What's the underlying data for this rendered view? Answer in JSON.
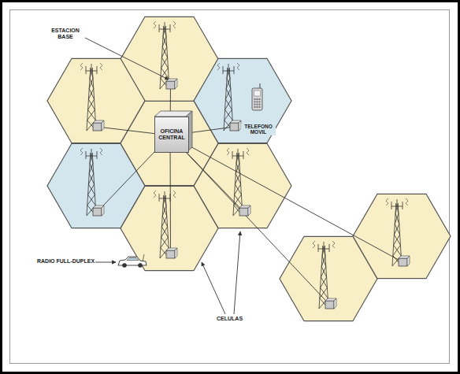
{
  "diagram": {
    "nodes": [
      {
        "text": [
          "OFICINA CENTRAL"
        ]
      }
    ],
    "labels": [
      "ESTACION BASE",
      "TELEFONO MOVIL",
      "RADIO FULL-DUPLEX",
      "CELULAS"
    ]
  }
}
